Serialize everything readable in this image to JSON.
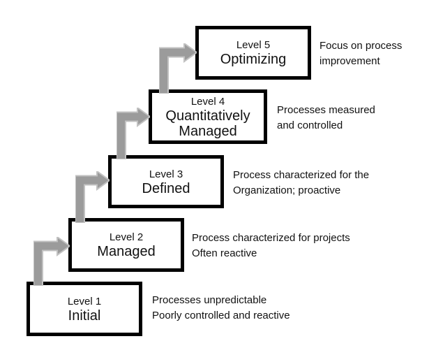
{
  "diagram": {
    "type": "staircase-maturity-levels",
    "colors": {
      "background": "#ffffff",
      "box_border": "#000000",
      "box_fill": "#ffffff",
      "arrow_fill": "#9b9b9b",
      "arrow_outline": "#c2c2c2",
      "text": "#111111"
    },
    "levels": [
      {
        "label": "Level 1",
        "name": "Initial",
        "caption_line1": "Processes unpredictable",
        "caption_line2": "Poorly controlled and reactive"
      },
      {
        "label": "Level 2",
        "name": "Managed",
        "caption_line1": "Process characterized for projects",
        "caption_line2": "Often reactive"
      },
      {
        "label": "Level 3",
        "name": "Defined",
        "caption_line1": "Process characterized for the",
        "caption_line2": "Organization; proactive"
      },
      {
        "label": "Level 4",
        "name": "Quantitatively Managed",
        "caption_line1": "Processes measured",
        "caption_line2": "and controlled"
      },
      {
        "label": "Level 5",
        "name": "Optimizing",
        "caption_line1": "Focus on process",
        "caption_line2": "improvement"
      }
    ],
    "arrows": [
      "bent-up-arrow-level1-to-level2",
      "bent-up-arrow-level2-to-level3",
      "bent-up-arrow-level3-to-level4",
      "bent-up-arrow-level4-to-level5"
    ]
  }
}
